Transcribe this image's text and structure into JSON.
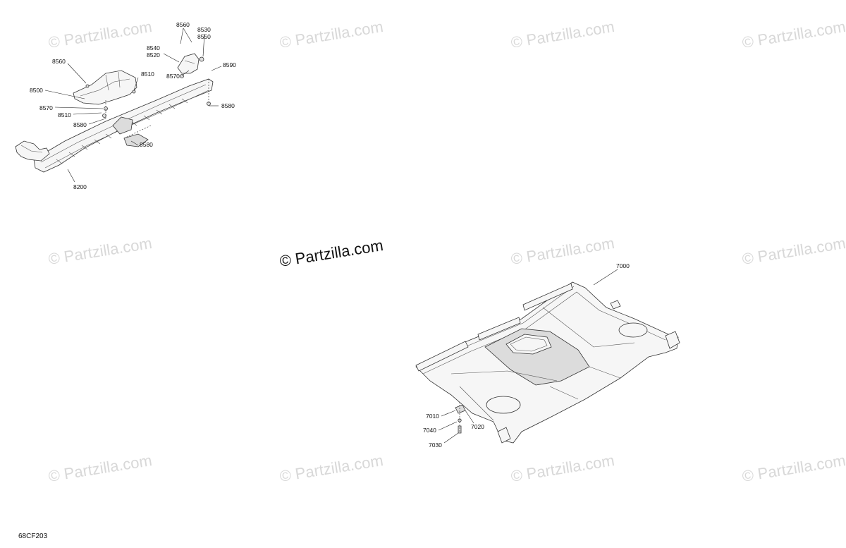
{
  "watermark": {
    "text": "© Partzilla.com"
  },
  "reference_code": "68CF203",
  "callouts": {
    "c8560a": "8560",
    "c8530": "8530",
    "c8550": "8550",
    "c8540": "8540",
    "c8520": "8520",
    "c8560b": "8560",
    "c8510a": "8510",
    "c8590": "8590",
    "c8570a": "8570",
    "c8500": "8500",
    "c8570b": "8570",
    "c8510b": "8510",
    "c8580a": "8580",
    "c8580b": "8580",
    "c8580c": "8580",
    "c8200": "8200",
    "c7000": "7000",
    "c7010": "7010",
    "c7040": "7040",
    "c7020": "7020",
    "c7030": "7030"
  }
}
